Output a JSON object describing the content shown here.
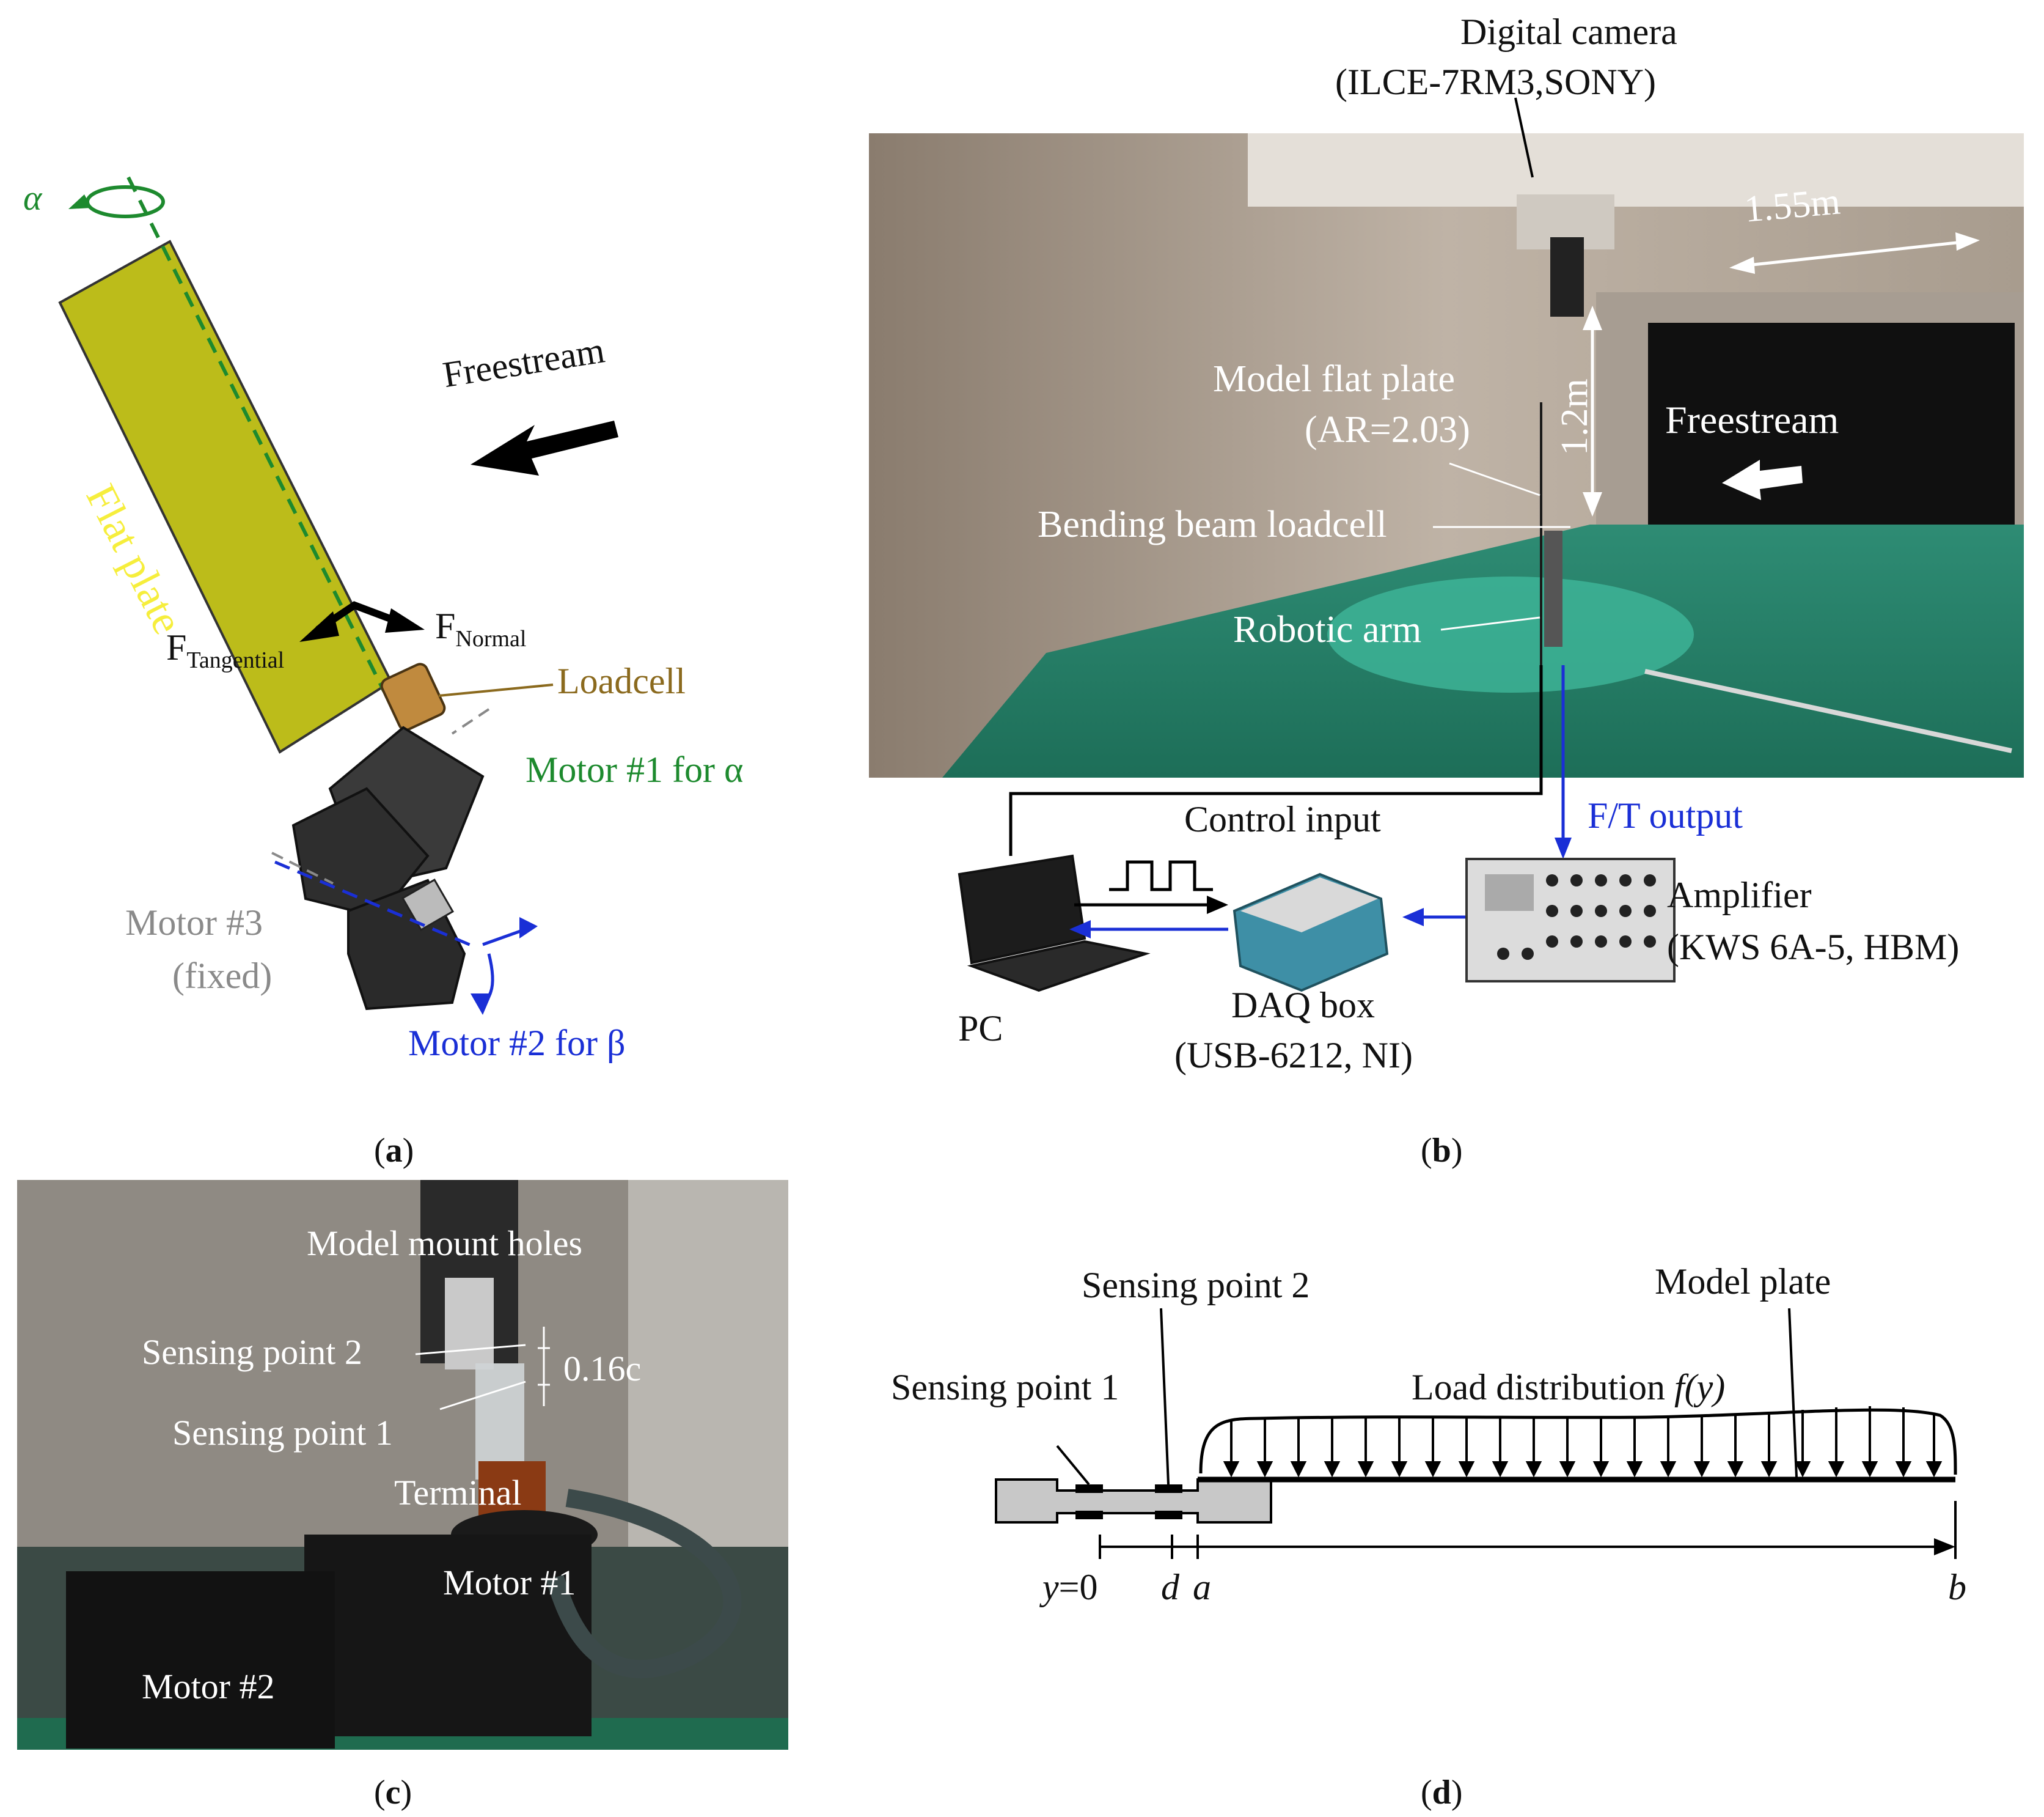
{
  "panel_a": {
    "caption_letter": "a",
    "alpha_symbol": "α",
    "freestream": "Freestream",
    "flat_plate": "Flat plate",
    "f_tangential_main": "F",
    "f_tangential_sub": "Tangential",
    "f_normal_main": "F",
    "f_normal_sub": "Normal",
    "loadcell": "Loadcell",
    "motor1": "Motor #1 for α",
    "motor3_line1": "Motor #3",
    "motor3_line2": "(fixed)",
    "motor2": "Motor #2 for β",
    "colors": {
      "plate": "#bcbc1a",
      "green": "#1d8a2e",
      "brown": "#8b6a1e",
      "gray": "#8a8a8a",
      "blue": "#1a2fd6"
    }
  },
  "panel_b": {
    "caption_letter": "b",
    "camera_line1": "Digital camera",
    "camera_line2": "(ILCE-7RM3,SONY)",
    "width_dim": "1.55m",
    "height_dim": "1.2m",
    "model_line1": "Model flat plate",
    "model_line2": "(AR=2.03)",
    "freestream": "Freestream",
    "loadcell": "Bending beam loadcell",
    "robotic_arm": "Robotic arm",
    "control_input": "Control input",
    "ft_output": "F/T output",
    "amp_line1": "Amplifier",
    "amp_line2": "(KWS 6A-5, HBM)",
    "pc": "PC",
    "daq_line1": "DAQ box",
    "daq_line2": "(USB-6212, NI)"
  },
  "panel_c": {
    "caption_letter": "c",
    "mount_holes": "Model mount holes",
    "sp2": "Sensing point 2",
    "sp1": "Sensing point 1",
    "dim": "0.16c",
    "terminal": "Terminal",
    "motor1": "Motor #1",
    "motor2": "Motor #2"
  },
  "panel_d": {
    "caption_letter": "d",
    "sp2": "Sensing point 2",
    "model_plate": "Model plate",
    "sp1": "Sensing point 1",
    "load_text": "Load distribution ",
    "load_func": "f(y)",
    "y_label": "y",
    "zero_label": "=0",
    "d_label": "d",
    "a_label": "a",
    "b_label": "b"
  }
}
